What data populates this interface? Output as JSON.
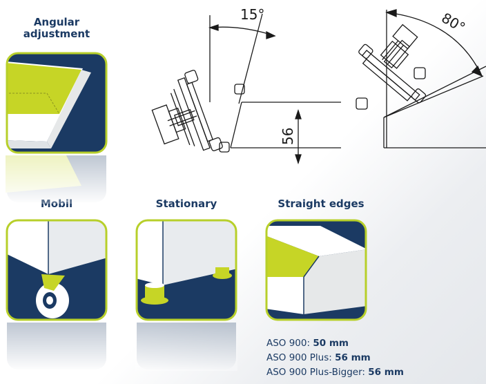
{
  "labels": {
    "angular_line1": "Angular",
    "angular_line2": "adjustment",
    "mobil": "Mobil",
    "stationary": "Stationary",
    "straight": "Straight edges"
  },
  "dims": {
    "angle1": "15°",
    "angle2": "80°",
    "height": "56"
  },
  "specs": [
    {
      "model": "ASO 900:",
      "value": "50 mm"
    },
    {
      "model": "ASO 900 Plus:",
      "value": "56 mm"
    },
    {
      "model": "ASO 900 Plus-Bigger:",
      "value": "56 mm"
    }
  ],
  "colors": {
    "navy": "#1b3a63",
    "lime": "#c6d526",
    "frame": "#b7cf2a"
  }
}
